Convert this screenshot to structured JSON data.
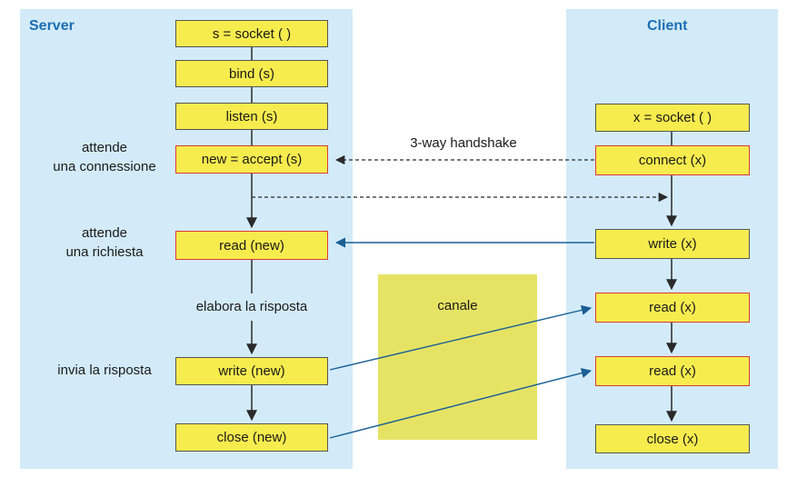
{
  "colors": {
    "panel_bg": "#d3ebf8",
    "title_blue": "#1a6fb5",
    "box_fill": "#f7ec4e",
    "box_border": "#555555",
    "box_border_highlight": "#d93a3a",
    "canale_fill": "#e6e364",
    "connector": "#2a2a2a",
    "data_arrow": "#1a5f96"
  },
  "server": {
    "title": "Server",
    "steps": {
      "socket": "s = socket ( )",
      "bind": "bind (s)",
      "listen": "listen (s)",
      "accept": "new = accept (s)",
      "read": "read (new)",
      "write": "write (new)",
      "close": "close (new)"
    },
    "labels": {
      "wait_connection_1": "attende",
      "wait_connection_2": "una connessione",
      "wait_request_1": "attende",
      "wait_request_2": "una richiesta",
      "process_response": "elabora la risposta",
      "send_response": "invia la risposta"
    }
  },
  "client": {
    "title": "Client",
    "steps": {
      "socket": "x = socket ( )",
      "connect": "connect (x)",
      "write": "write (x)",
      "read1": "read (x)",
      "read2": "read (x)",
      "close": "close (x)"
    }
  },
  "handshake_label": "3-way handshake",
  "channel_label": "canale"
}
